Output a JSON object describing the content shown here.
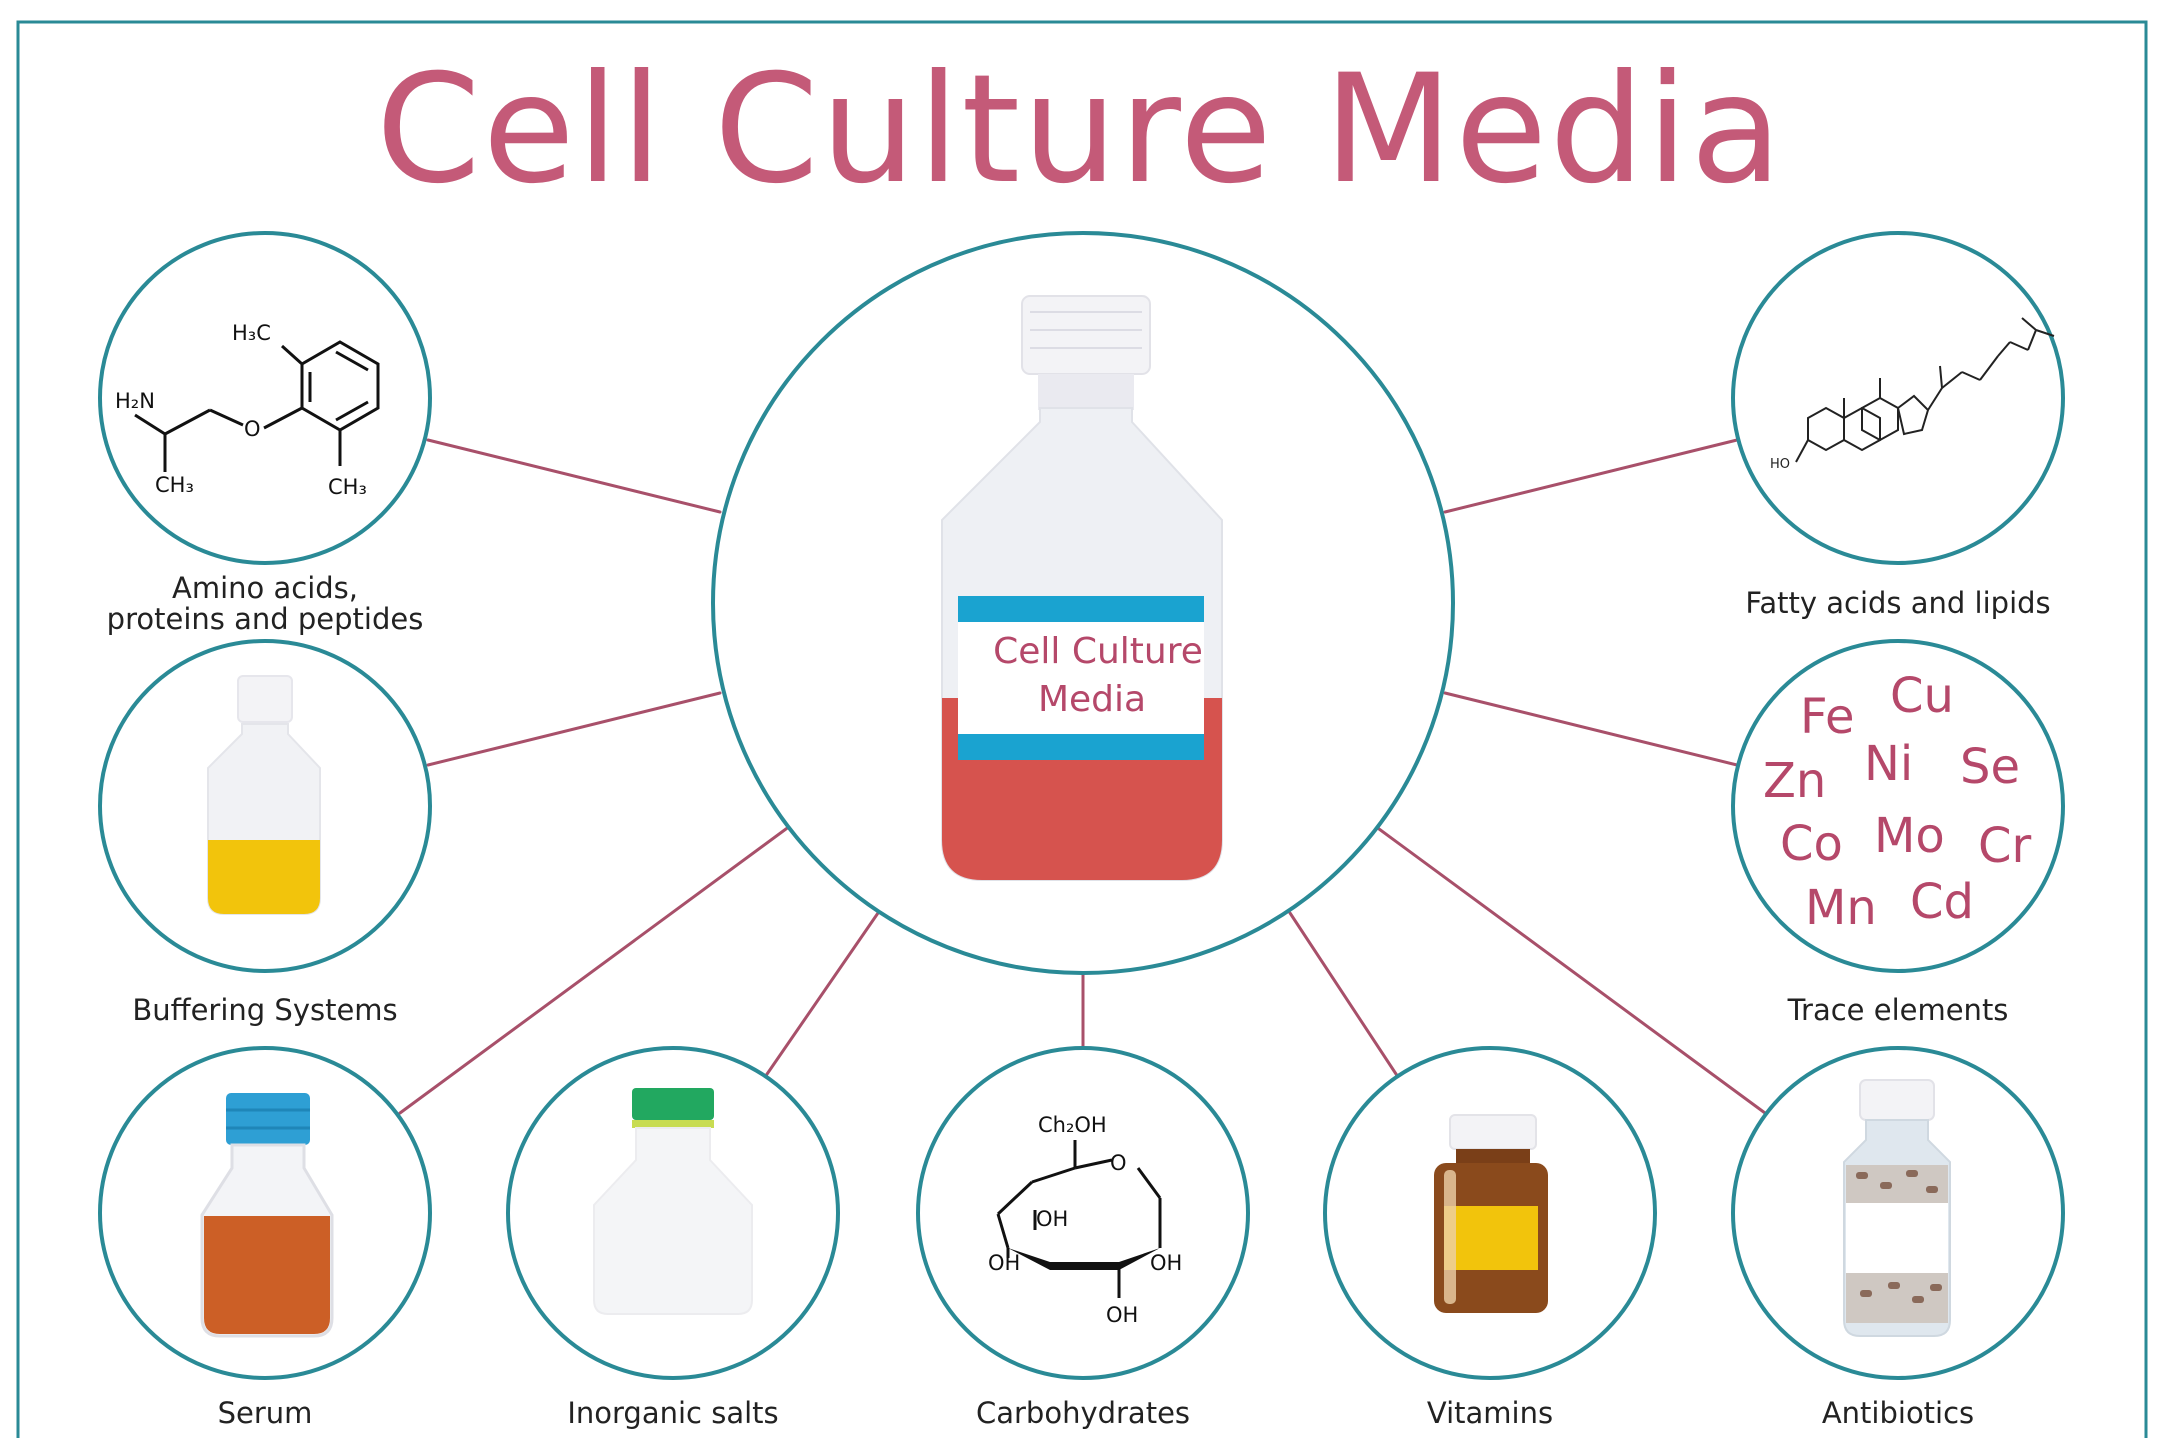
{
  "title": "Cell Culture Media",
  "center": {
    "label_line1": "Cell Culture",
    "label_line2": "Media"
  },
  "nodes": {
    "amino": {
      "label_line1": "Amino acids,",
      "label_line2": "proteins and peptides"
    },
    "buffering": {
      "label": "Buffering Systems"
    },
    "serum": {
      "label": "Serum"
    },
    "inorganic": {
      "label": "Inorganic salts"
    },
    "carbohydrates": {
      "label": "Carbohydrates"
    },
    "vitamins": {
      "label": "Vitamins"
    },
    "antibiotics": {
      "label": "Antibiotics"
    },
    "trace": {
      "label": "Trace elements"
    },
    "lipids": {
      "label": "Fatty acids and lipids"
    }
  },
  "chem": {
    "amino": {
      "h3c": "H₃C",
      "h2n": "H₂N",
      "o": "O",
      "ch3_left": "CH₃",
      "ch3_right": "CH₃"
    },
    "carb": {
      "ch2oh": "Ch₂OH",
      "o": "O",
      "oh_top": "OH",
      "oh_left": "OH",
      "oh_right": "OH",
      "oh_bottom": "OH"
    },
    "lipid": {
      "ho": "HO"
    }
  },
  "trace_elements": [
    "Fe",
    "Cu",
    "Zn",
    "Ni",
    "Se",
    "Co",
    "Mo",
    "Cr",
    "Mn",
    "Cd"
  ],
  "colors": {
    "ring": "#2a8a96",
    "connector": "#a8506a",
    "title": "#c45a78",
    "media_red": "#d6534e",
    "band_blue": "#1aa3d0",
    "buffer_yellow": "#f2c40c",
    "serum_orange": "#cc5f26",
    "cap_blue": "#2e9fd4",
    "cap_green": "#22a860",
    "vitamin_brown": "#8a4a1c"
  }
}
